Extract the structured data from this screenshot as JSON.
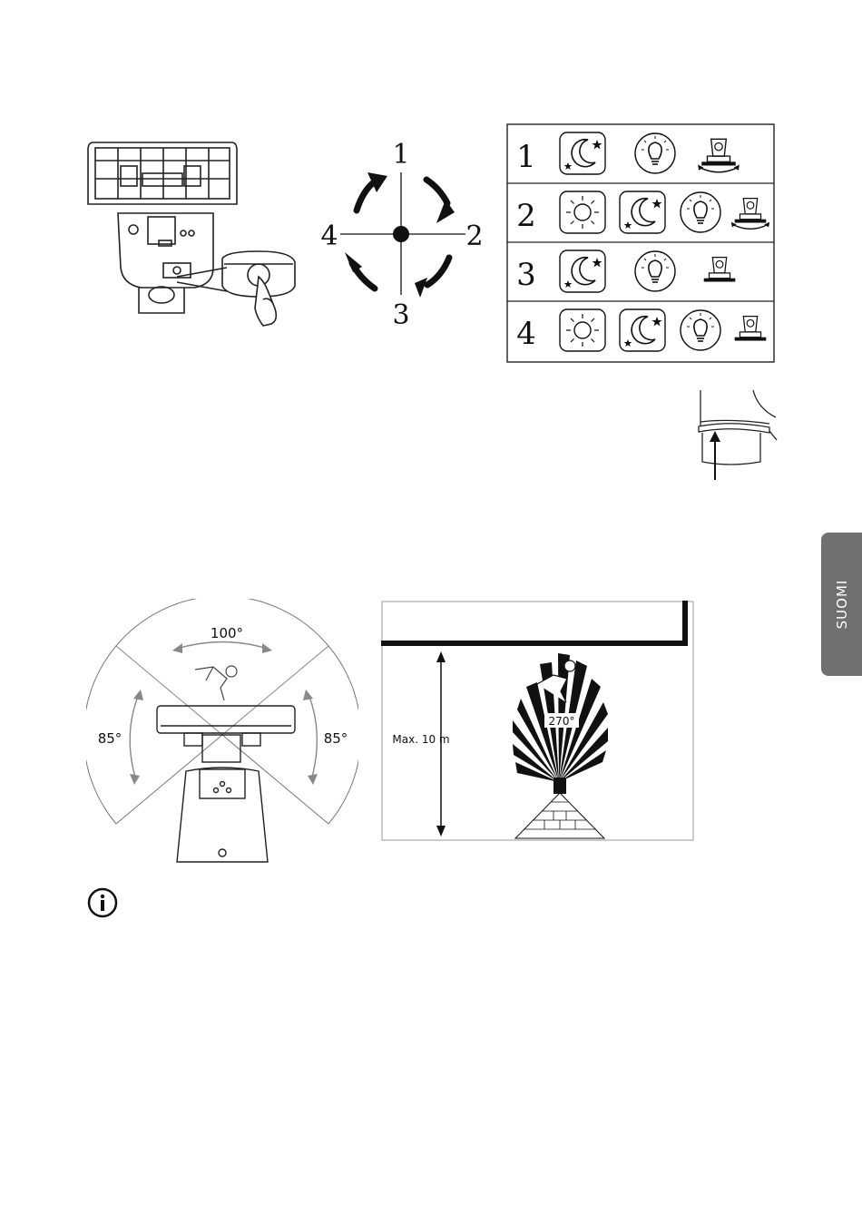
{
  "side_tab": {
    "label": "SUOMI"
  },
  "mode_wheel": {
    "top": "1",
    "right": "2",
    "bottom": "3",
    "left": "4"
  },
  "mode_table": {
    "rows": [
      {
        "number": "1",
        "icons": [
          "moon-icon",
          "bulb-icon",
          "motion-head-rotating-icon"
        ]
      },
      {
        "number": "2",
        "icons": [
          "sun-icon",
          "moon-icon",
          "bulb-icon",
          "motion-head-rotating-icon"
        ]
      },
      {
        "number": "3",
        "icons": [
          "moon-icon",
          "bulb-icon",
          "motion-head-icon"
        ]
      },
      {
        "number": "4",
        "icons": [
          "sun-icon",
          "moon-icon",
          "bulb-icon",
          "motion-head-icon"
        ]
      }
    ]
  },
  "angle_diagram": {
    "top_angle": "100°",
    "left_angle": "85°",
    "right_angle": "85°"
  },
  "range_diagram": {
    "height_label": "Max. 10 m",
    "angle_label": "270°"
  },
  "info_icon": "info-icon"
}
